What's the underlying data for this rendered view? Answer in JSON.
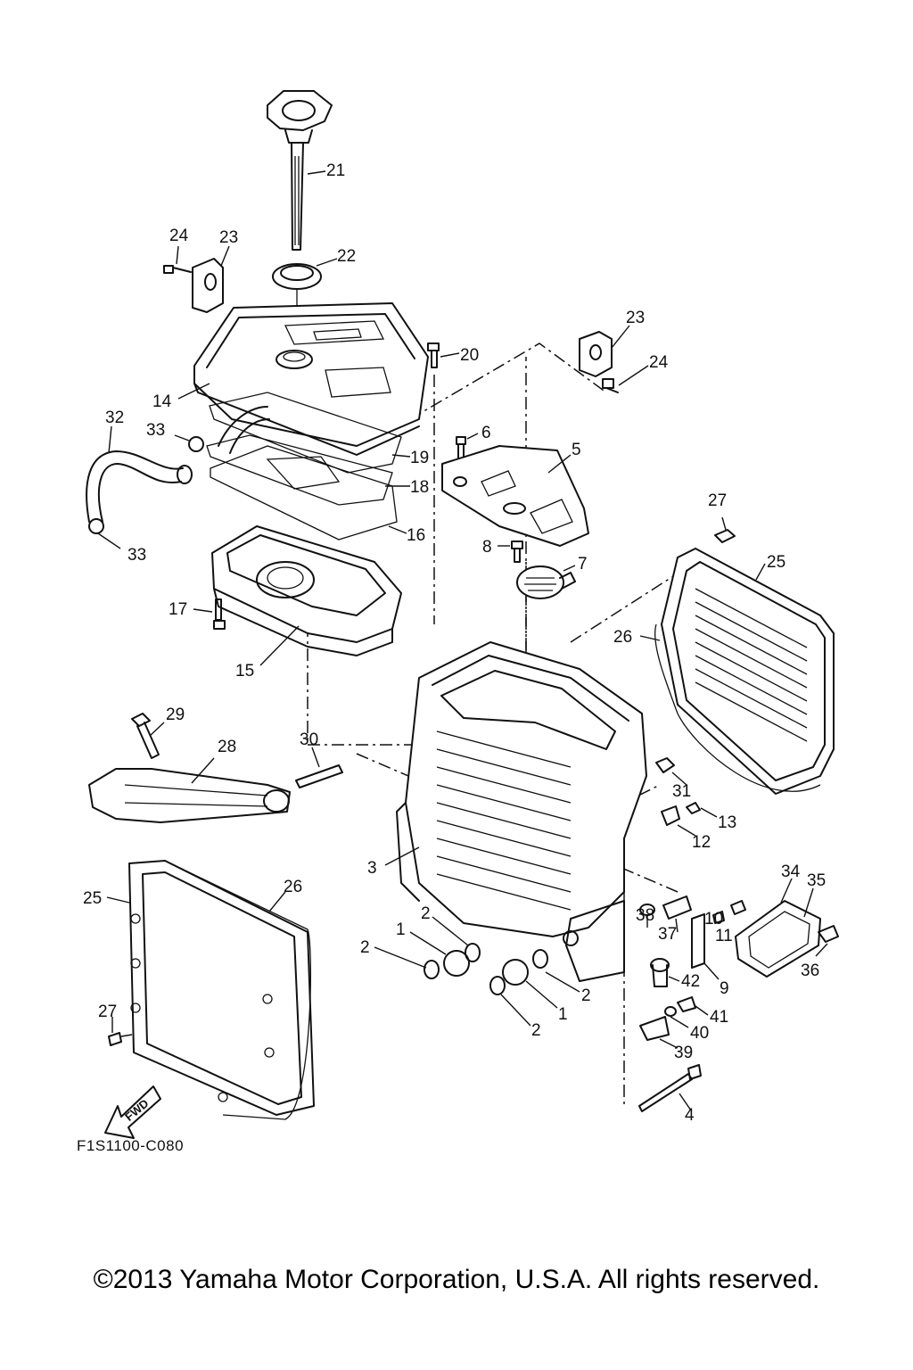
{
  "diagram": {
    "code": "F1S1100-C080",
    "copyright": "©2013 Yamaha Motor Corporation, U.S.A. All rights reserved.",
    "direction_label": "FWD",
    "callouts": {
      "c21": "21",
      "c22": "22",
      "c24a": "24",
      "c23a": "23",
      "c20": "20",
      "c23b": "23",
      "c24b": "24",
      "c14": "14",
      "c32": "32",
      "c33a": "33",
      "c19": "19",
      "c6": "6",
      "c5": "5",
      "c18": "18",
      "c16": "16",
      "c33b": "33",
      "c8": "8",
      "c7": "7",
      "c27a": "27",
      "c25a": "25",
      "c26a": "26",
      "c17": "17",
      "c15": "15",
      "c29": "29",
      "c30": "30",
      "c28": "28",
      "c31": "31",
      "c13": "13",
      "c12": "12",
      "c3": "3",
      "c26b": "26",
      "c25b": "25",
      "c34": "34",
      "c35": "35",
      "c2a": "2",
      "c1a": "1",
      "c2b": "2",
      "c38": "38",
      "c10": "10",
      "c37": "37",
      "c11": "11",
      "c36": "36",
      "c42": "42",
      "c9": "9",
      "c2c": "2",
      "c1b": "1",
      "c2d": "2",
      "c41": "41",
      "c40": "40",
      "c27b": "27",
      "c39": "39",
      "c4": "4"
    }
  }
}
